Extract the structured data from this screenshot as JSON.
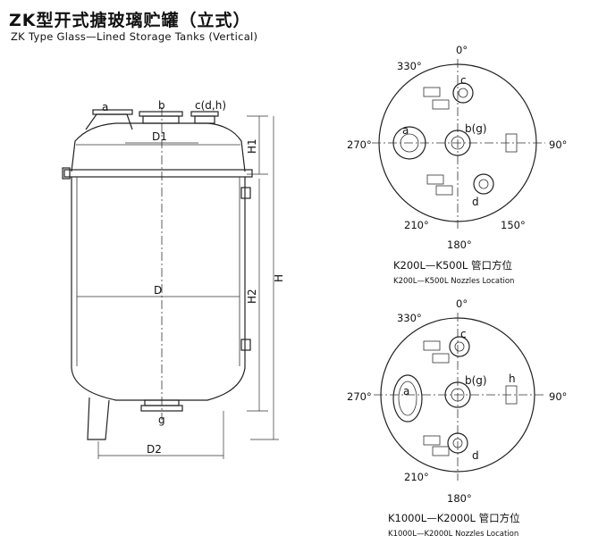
{
  "title": {
    "zh": "ZK型开式搪玻璃贮罐（立式）",
    "en": "ZK Type Glass—Lined Storage Tanks (Vertical)"
  },
  "side_view": {
    "nozzle_labels": [
      "a",
      "b",
      "c(d,h)",
      "g"
    ],
    "dimension_labels": [
      "D1",
      "D",
      "D2",
      "H1",
      "H2",
      "H"
    ]
  },
  "plan_small": {
    "angles": [
      "0°",
      "330°",
      "270°",
      "90°",
      "210°",
      "150°",
      "180°"
    ],
    "nozzles": [
      "a",
      "b(g)",
      "c",
      "d"
    ],
    "caption_zh": "K200L—K500L 管口方位",
    "caption_en": "K200L—K500L Nozzles Location"
  },
  "plan_large": {
    "angles": [
      "0°",
      "330°",
      "270°",
      "90°",
      "210°",
      "180°"
    ],
    "nozzles": [
      "a",
      "b(g)",
      "c",
      "d",
      "h"
    ],
    "caption_zh": "K1000L—K2000L 管口方位",
    "caption_en": "K1000L—K2000L Nozzles Location"
  }
}
